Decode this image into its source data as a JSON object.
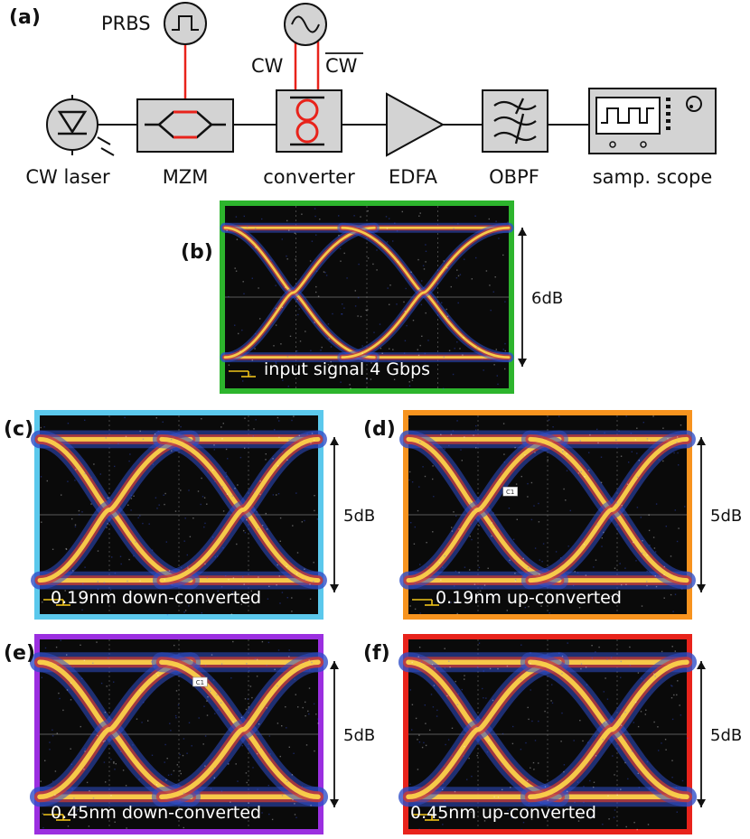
{
  "panel_labels": {
    "a": "(a)",
    "b": "(b)",
    "c": "(c)",
    "d": "(d)",
    "e": "(e)",
    "f": "(f)"
  },
  "setup": {
    "prbs": "PRBS",
    "cw_left": "CW",
    "cw_right": "CW",
    "components": [
      "CW laser",
      "MZM",
      "converter",
      "EDFA",
      "OBPF",
      "samp. scope"
    ]
  },
  "eyes": {
    "b": {
      "caption": "input signal 4 Gbps",
      "scale": "6dB",
      "border": "#2db52d"
    },
    "c": {
      "caption": "0.19nm down-converted",
      "scale": "5dB",
      "border": "#5bc8ec"
    },
    "d": {
      "caption": "0.19nm up-converted",
      "scale": "5dB",
      "border": "#f7931e",
      "marker": "C1"
    },
    "e": {
      "caption": "0.45nm down-converted",
      "scale": "5dB",
      "border": "#9b2fe0",
      "marker": "C1"
    },
    "f": {
      "caption": "0.45nm up-converted",
      "scale": "5dB",
      "border": "#e8231b"
    }
  },
  "colors": {
    "accent_red": "#e8231b",
    "box_fill": "#d3d3d3",
    "eye_bg": "#0a0a0a"
  }
}
